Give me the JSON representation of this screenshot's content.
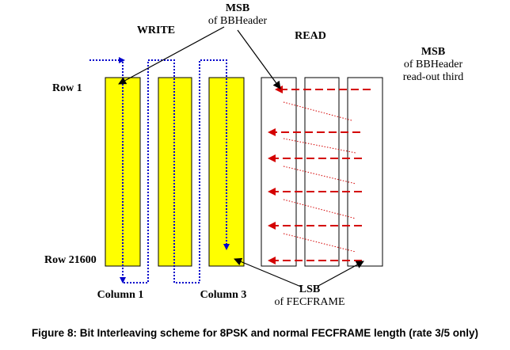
{
  "labels": {
    "write": "WRITE",
    "read": "READ",
    "msb_top_line1": "MSB",
    "msb_top_line2": "of BBHeader",
    "msb_right_line1": "MSB",
    "msb_right_line2": "of BBHeader",
    "msb_right_line3": "read-out third",
    "row_first": "Row 1",
    "row_last": "Row 21600",
    "column_1": "Column 1",
    "column_3": "Column 3",
    "lsb_line1": "LSB",
    "lsb_line2": "of FECFRAME"
  },
  "caption": "Figure 8: Bit Interleaving scheme for 8PSK and normal FECFRAME length (rate 3/5 only)",
  "colors": {
    "write_column_fill": "#ffff00",
    "write_path": "#0000cc",
    "read_arrow": "#d40000",
    "outline": "#000000"
  }
}
